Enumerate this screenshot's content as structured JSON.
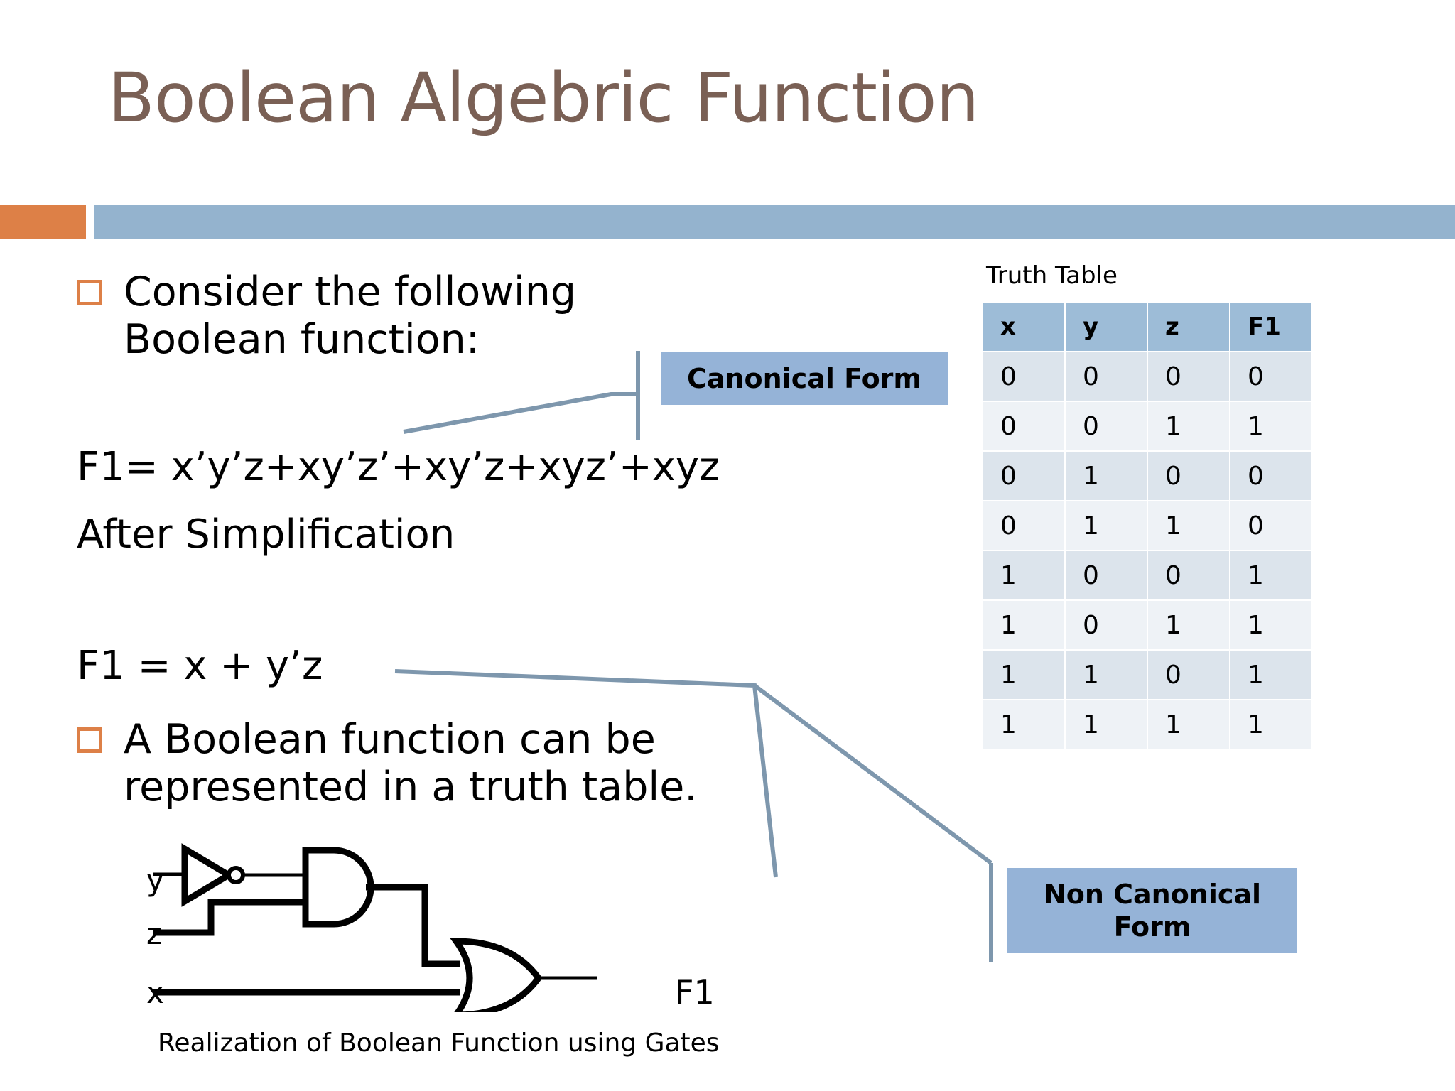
{
  "slide": {
    "title": "Boolean Algebric Function",
    "title_color": "#7A6055",
    "accent_orange": "#DD8047",
    "accent_blue": "#94B3CE",
    "callout_blue": "#95B3D7",
    "leader_color": "#7E97AD"
  },
  "body": {
    "bullet1": "Consider the following Boolean function:",
    "formula_canonical": "F1= x’y’z+xy’z’+xy’z+xyz’+xyz",
    "after_simplification": "After Simplification",
    "formula_simplified": "F1 = x + y’z",
    "bullet2": "A Boolean function can be represented in a truth table."
  },
  "callouts": {
    "canonical": "Canonical Form",
    "non_canonical": "Non Canonical Form"
  },
  "truth_table": {
    "label": "Truth Table",
    "headers": [
      "x",
      "y",
      "z",
      "F1"
    ],
    "rows": [
      [
        "0",
        "0",
        "0",
        "0"
      ],
      [
        "0",
        "0",
        "1",
        "1"
      ],
      [
        "0",
        "1",
        "0",
        "0"
      ],
      [
        "0",
        "1",
        "1",
        "0"
      ],
      [
        "1",
        "0",
        "0",
        "1"
      ],
      [
        "1",
        "0",
        "1",
        "1"
      ],
      [
        "1",
        "1",
        "0",
        "1"
      ],
      [
        "1",
        "1",
        "1",
        "1"
      ]
    ]
  },
  "circuit": {
    "input_y": "y",
    "input_z": "z",
    "input_x": "x",
    "output_f1": "F1",
    "caption": "Realization of Boolean Function using Gates",
    "gates": [
      "not-gate",
      "and-gate",
      "or-gate"
    ]
  }
}
